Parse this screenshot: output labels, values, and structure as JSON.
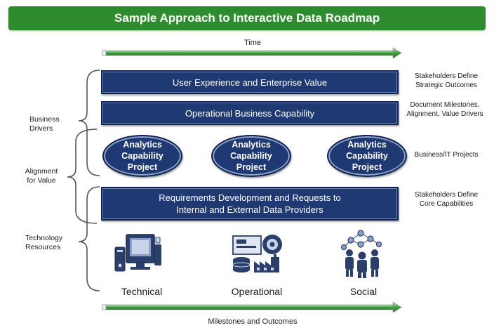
{
  "title": "Sample Approach to Interactive Data Roadmap",
  "axis": {
    "top": "Time",
    "bottom": "Milestones and Outcomes"
  },
  "left_labels": {
    "business_drivers": [
      "Business",
      "Drivers"
    ],
    "alignment": [
      "Alignment",
      "for Value"
    ],
    "technology": [
      "Technology",
      "Resources"
    ]
  },
  "bars": {
    "user_experience": "User Experience and Enterprise Value",
    "operational": "Operational Business Capability",
    "requirements": [
      "Requirements Development and Requests to",
      "Internal and External Data Providers"
    ]
  },
  "ovals": [
    [
      "Analytics",
      "Capability",
      "Project"
    ],
    [
      "Analytics",
      "Capability",
      "Project"
    ],
    [
      "Analytics",
      "Capability",
      "Project"
    ]
  ],
  "right_notes": {
    "strategic": [
      "Stakeholders Define",
      "Strategic Outcomes"
    ],
    "milestones": [
      "Document Milestones,",
      "Alignment, Value Drivers"
    ],
    "projects": "Business/IT Projects",
    "core": [
      "Stakeholders Define",
      "Core Capabilities"
    ]
  },
  "resources": [
    "Technical",
    "Operational",
    "Social"
  ],
  "colors": {
    "banner": "#2e8b2e",
    "navy": "#1f3a73",
    "arrow": "#4caf50"
  },
  "icons": [
    "computer-icon",
    "operations-icon",
    "people-network-icon"
  ]
}
